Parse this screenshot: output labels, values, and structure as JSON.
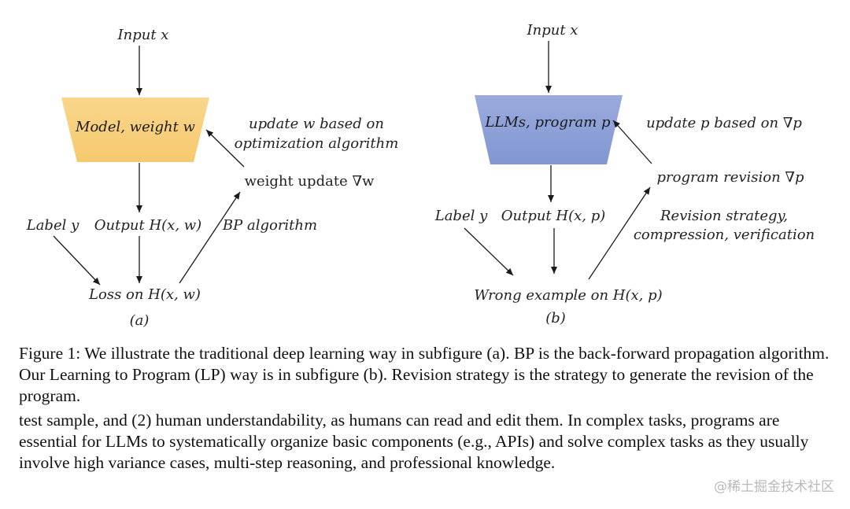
{
  "figure": {
    "a": {
      "input": "Input x",
      "model": "Model, weight w",
      "update": [
        "update w based on",
        "optimization algorithm"
      ],
      "weight_update": "weight update ∇w",
      "label": "Label y",
      "output": "Output H(x, w)",
      "bp": "BP algorithm",
      "loss": "Loss on H(x, w)",
      "sublabel": "(a)",
      "box_color": "#f7cf7f"
    },
    "b": {
      "input": "Input x",
      "model": "LLMs, program p",
      "update": "update p based on ∇p",
      "revision": "program revision ∇p",
      "strategy": [
        "Revision strategy,",
        "compression, verification"
      ],
      "label": "Label y",
      "output": "Output H(x, p)",
      "wrong": "Wrong example on H(x, p)",
      "sublabel": "(b)",
      "box_color": "#8fa2d8"
    }
  },
  "caption": "Figure 1: We illustrate the traditional deep learning way in subfigure (a). BP is the back-forward propagation algorithm. Our Learning to Program (LP) way is in subfigure (b). Revision strategy is the strategy to generate the revision of the program.",
  "body_text": "test sample, and (2) human understandability, as humans can read and edit them. In complex tasks, programs are essential for LLMs to systematically organize basic components (e.g., APIs) and solve complex tasks as they usually involve high variance cases, multi-step reasoning, and professional knowledge.",
  "watermark": "@稀土掘金技术社区"
}
